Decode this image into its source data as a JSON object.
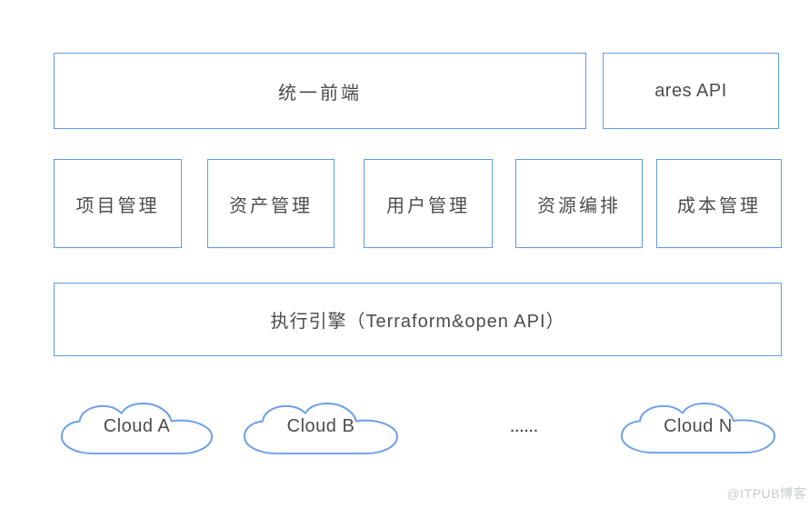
{
  "diagram": {
    "top_row": {
      "frontend_label": "统一前端",
      "ares_api_label": "ares API"
    },
    "modules": [
      {
        "label": "项目管理"
      },
      {
        "label": "资产管理"
      },
      {
        "label": "用户管理"
      },
      {
        "label": "资源编排"
      },
      {
        "label": "成本管理"
      }
    ],
    "engine_label": "执行引擎（Terraform&open API）",
    "clouds": [
      {
        "label": "Cloud A"
      },
      {
        "label": "Cloud B"
      },
      {
        "label": "Cloud N"
      }
    ],
    "ellipsis": "......",
    "watermark": "@ITPUB博客"
  },
  "colors": {
    "box_border": "#5f9ae6",
    "cloud_stroke": "#6d9eeb",
    "text": "#4c4c4c",
    "watermark": "#c9cbce"
  }
}
